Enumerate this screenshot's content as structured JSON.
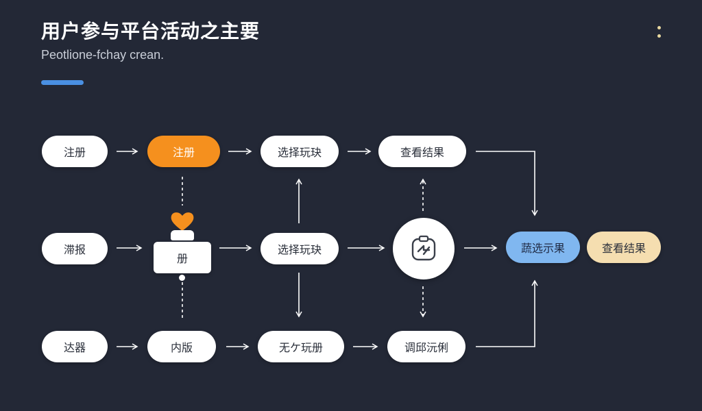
{
  "header": {
    "title": "用户参与平台活动之主要",
    "subtitle": "Peotlione-fchay crean."
  },
  "colors": {
    "background": "#232836",
    "accent": "#4a90e2",
    "orange": "#f5901e",
    "blue": "#80b7f0",
    "peach": "#f5deb0"
  },
  "nodes": {
    "r1c1": "注册",
    "r1c2": "注册",
    "r1c3": "选择玩玦",
    "r1c4": "查看结果",
    "r2c1": "滞报",
    "r2c2": "册",
    "r2c3": "选择玩玦",
    "r2c5": "蔬选示果",
    "r2c6": "查看结果",
    "r3c1": "达器",
    "r3c2": "内版",
    "r3c3": "无ケ玩册",
    "r3c4": "调邱沅俐"
  },
  "icons": {
    "heart": "heart-icon",
    "card": "card-icon",
    "circle": "refresh-badge-icon",
    "menu": "more-vertical-icon"
  }
}
